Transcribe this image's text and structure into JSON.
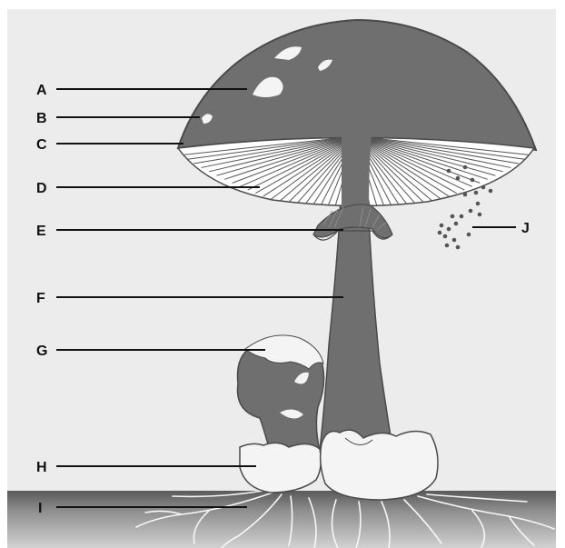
{
  "diagram": {
    "labels": {
      "a": "A",
      "b": "B",
      "c": "C",
      "d": "D",
      "e": "E",
      "f": "F",
      "g": "G",
      "h": "H",
      "i": "I",
      "j": "J"
    },
    "colors": {
      "background": "#ececec",
      "fungus_body": "#6f6f6f",
      "cap_outline": "#4a4a4a",
      "gills": "#ffffff",
      "volva": "#f4f4f4",
      "soil_top": "#5a5a5a",
      "soil_bottom": "#cfcfcf",
      "hyphae": "#f7f7f7",
      "spores": "#555555",
      "leader_lines": "#111111"
    }
  }
}
